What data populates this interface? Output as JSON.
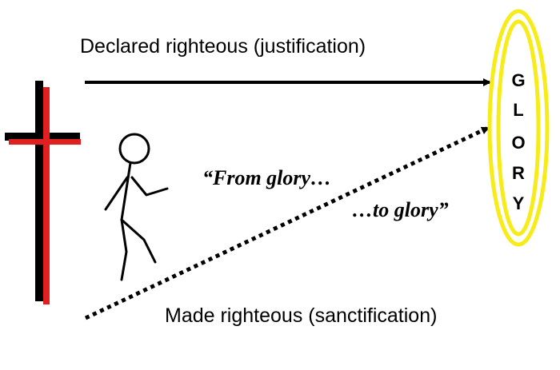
{
  "labels": {
    "declared": "Declared righteous (justification)",
    "made": "Made righteous (sanctification)",
    "quote_start": "“From glory…",
    "quote_end": "…to glory”"
  },
  "glory": {
    "letters": [
      "G",
      "L",
      "O",
      "R",
      "Y"
    ]
  },
  "colors": {
    "cross_black": "#000000",
    "cross_red": "#e02020",
    "halo": "#f5ec1a",
    "arrow": "#000000"
  },
  "icons": {
    "cross": "cross-icon",
    "figure": "stick-figure-icon",
    "halo": "glory-halo-icon"
  }
}
